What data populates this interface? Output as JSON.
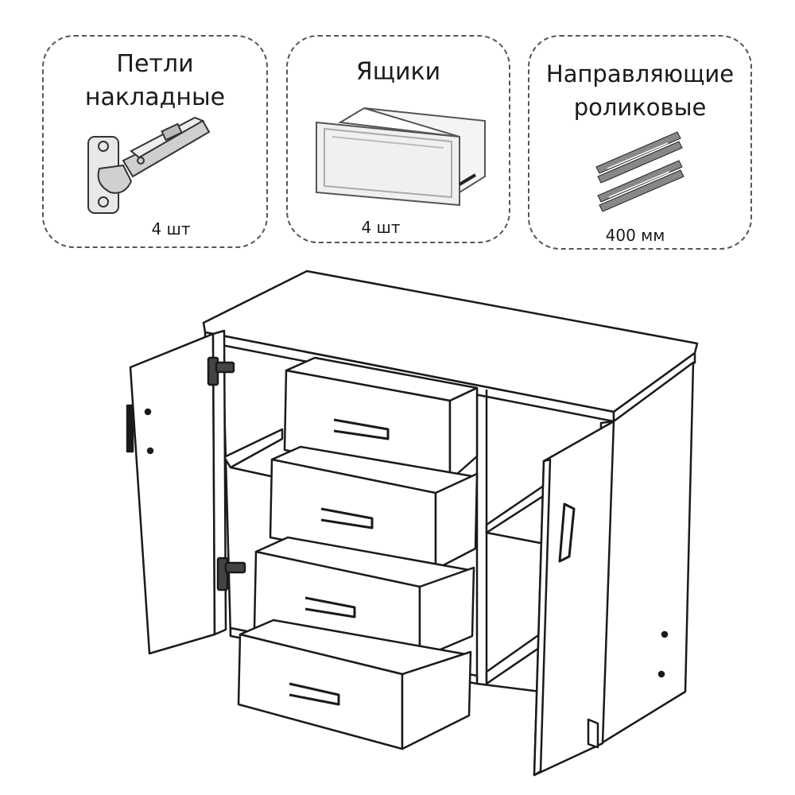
{
  "cards": [
    {
      "title_line1": "Петли",
      "title_line2": "накладные",
      "qty": "4 шт",
      "icon": "hinge-icon"
    },
    {
      "title_line1": "Ящики",
      "title_line2": "",
      "qty": "4 шт",
      "icon": "drawer-box-icon"
    },
    {
      "title_line1": "Направляющие",
      "title_line2": "роликовые",
      "qty": "400 мм",
      "icon": "roller-slides-icon"
    }
  ],
  "colors": {
    "line": "#1a1a1a",
    "card_border": "#555555",
    "background": "#ffffff"
  }
}
